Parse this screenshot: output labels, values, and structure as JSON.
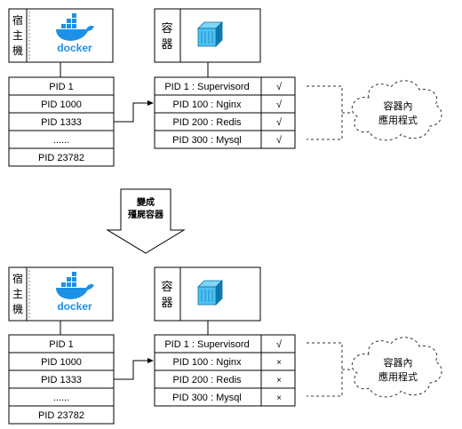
{
  "panels": [
    {
      "host": {
        "label_chars": [
          "宿",
          "主",
          "機"
        ],
        "logo_text": "docker"
      },
      "container": {
        "label_chars": [
          "容",
          "器"
        ]
      },
      "host_pids": [
        "PID 1",
        "PID 1000",
        "PID 1333",
        "......",
        "PID 23782"
      ],
      "container_pids": [
        {
          "name": "PID 1 : Supervisord",
          "status": "√"
        },
        {
          "name": "PID 100 : Nginx",
          "status": "√"
        },
        {
          "name": "PID 200 : Redis",
          "status": "√"
        },
        {
          "name": "PID 300 : Mysql",
          "status": "√"
        }
      ],
      "cloud_lines": [
        "容器內",
        "應用程式"
      ]
    },
    {
      "host": {
        "label_chars": [
          "宿",
          "主",
          "機"
        ],
        "logo_text": "docker"
      },
      "container": {
        "label_chars": [
          "容",
          "器"
        ]
      },
      "host_pids": [
        "PID 1",
        "PID 1000",
        "PID 1333",
        "......",
        "PID 23782"
      ],
      "container_pids": [
        {
          "name": "PID 1 : Supervisord",
          "status": "√"
        },
        {
          "name": "PID 100 : Nginx",
          "status": "×"
        },
        {
          "name": "PID 200 : Redis",
          "status": "×"
        },
        {
          "name": "PID 300 : Mysql",
          "status": "×"
        }
      ],
      "cloud_lines": [
        "容器內",
        "應用程式"
      ]
    }
  ],
  "transition": {
    "lines": [
      "變成",
      "殭屍容器"
    ]
  },
  "colors": {
    "docker_blue": "#1d91e6",
    "cube_light": "#4fc3f7",
    "cube_dark": "#0a7fb5",
    "border": "#000000",
    "dash": "#333333"
  }
}
